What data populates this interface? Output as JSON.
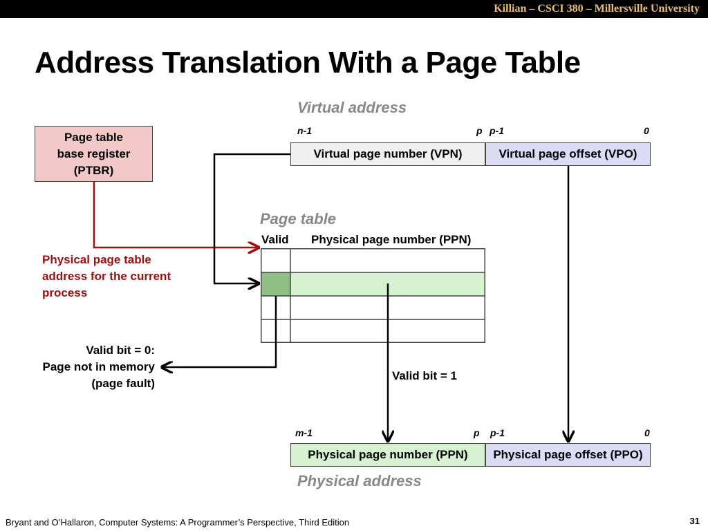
{
  "header": {
    "course": "Killian – CSCI 380 – Millersville University"
  },
  "slide": {
    "title": "Address Translation With a Page Table"
  },
  "virtual_address": {
    "heading": "Virtual address",
    "bit_n1": "n-1",
    "bit_p": "p",
    "bit_p1": "p-1",
    "bit_0": "0",
    "vpn": "Virtual page number (VPN)",
    "vpo": "Virtual page offset (VPO)"
  },
  "ptbr": {
    "line1": "Page table",
    "line2": "base register",
    "line3": "(PTBR)"
  },
  "page_table": {
    "heading": "Page table",
    "valid_col": "Valid",
    "ppn_col": "Physical page number (PPN)"
  },
  "annotations": {
    "ptaddr1": "Physical page table",
    "ptaddr2": "address for the current",
    "ptaddr3": "process",
    "invalid1": "Valid bit = 0:",
    "invalid2": "Page not in memory",
    "invalid3": "(page fault)",
    "valid": "Valid bit = 1"
  },
  "physical_address": {
    "heading": "Physical address",
    "bit_m1": "m-1",
    "bit_p": "p",
    "bit_p1": "p-1",
    "bit_0": "0",
    "ppn": "Physical page number (PPN)",
    "ppo": "Physical page offset (PPO)"
  },
  "footer": {
    "citation": "Bryant and O’Hallaron, Computer Systems: A Programmer’s Perspective, Third Edition",
    "page": "31"
  },
  "colors": {
    "ptbr_fill": "#f2c8c8",
    "vpn_fill": "#f0f0f0",
    "vpo_fill": "#dcdcf6",
    "pte_valid_fill": "#8fbf84",
    "pte_row_fill": "#d6f2d0",
    "ppn_fill": "#d6f2d0",
    "ppo_fill": "#dcdcf6",
    "accent_red": "#a01010"
  }
}
